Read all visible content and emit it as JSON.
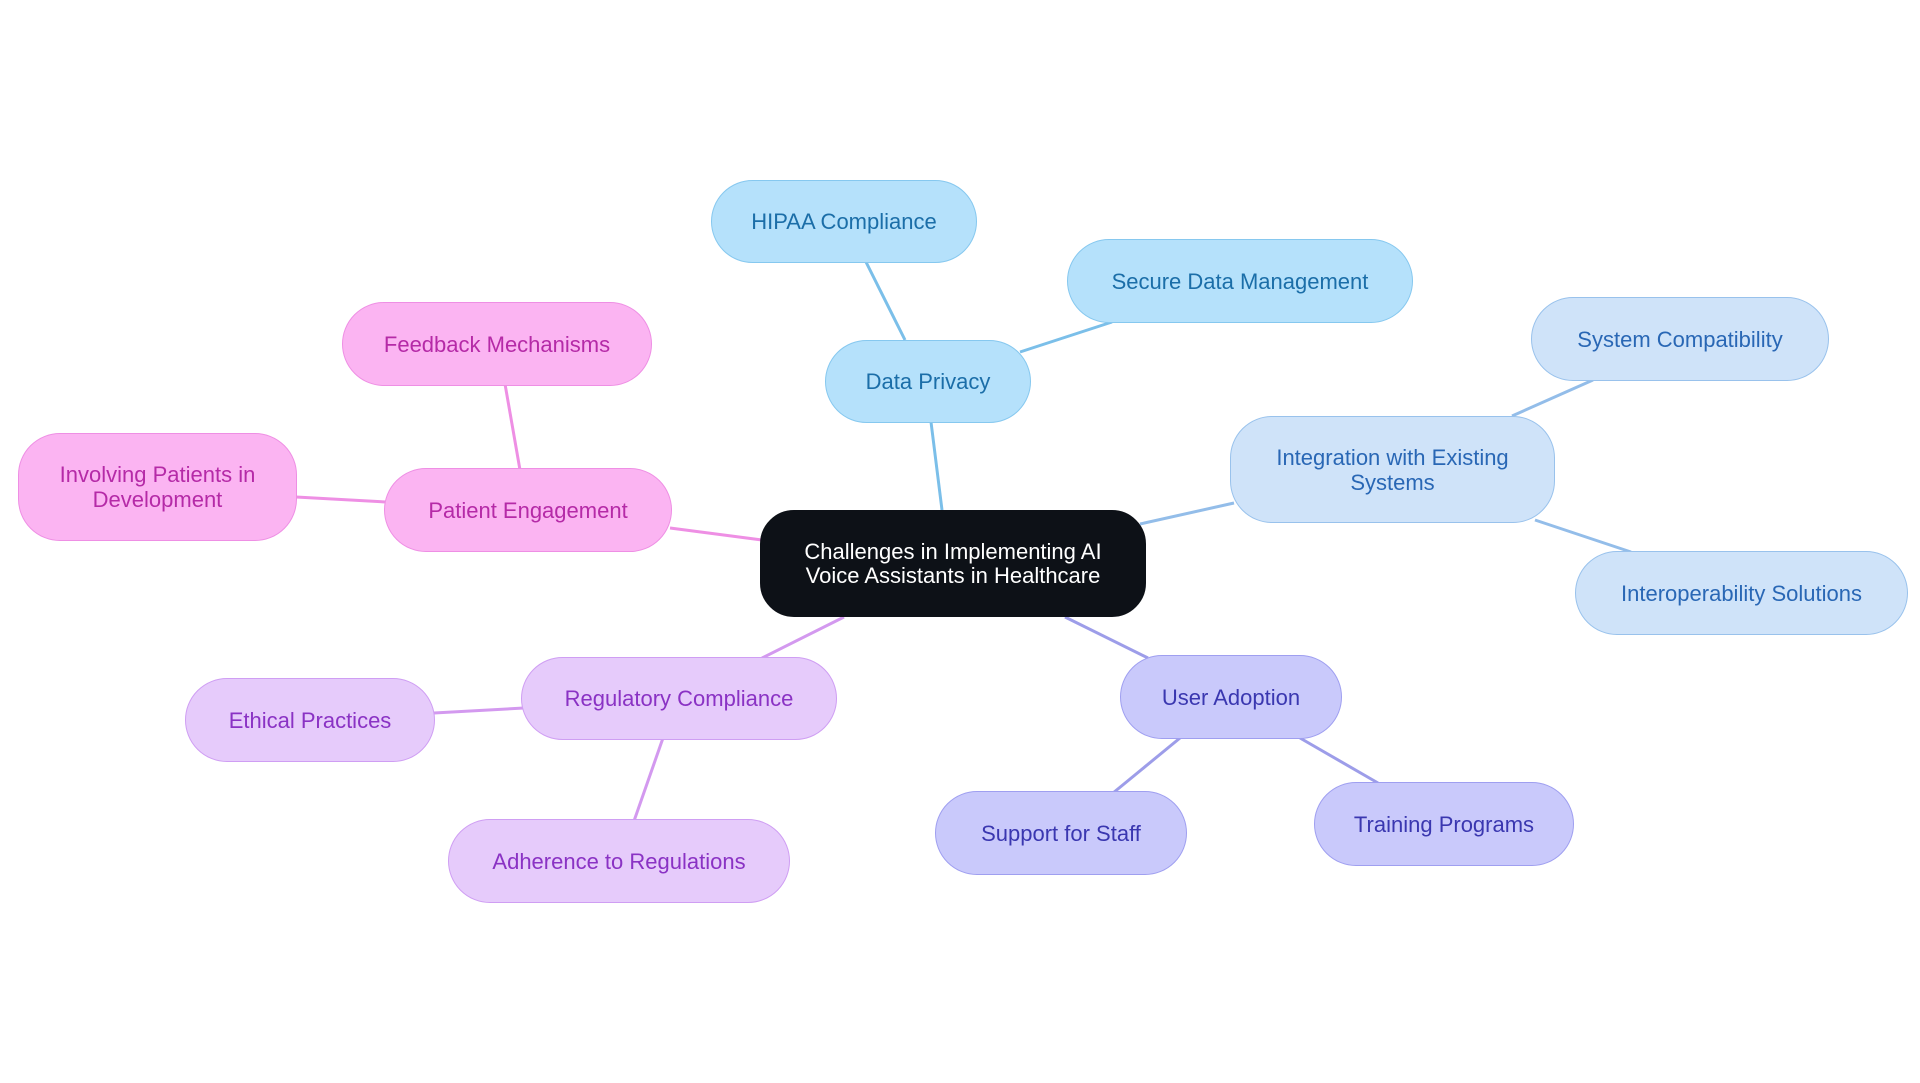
{
  "diagram": {
    "center": "Challenges in Implementing AI Voice Assistants in Healthcare",
    "branches": {
      "data_privacy": {
        "label": "Data Privacy",
        "color": "#7bbfe9",
        "children": [
          "HIPAA Compliance",
          "Secure Data Management"
        ]
      },
      "integration": {
        "label": "Integration with Existing Systems",
        "color": "#93bde9",
        "children": [
          "System Compatibility",
          "Interoperability Solutions"
        ]
      },
      "user_adoption": {
        "label": "User Adoption",
        "color": "#9d9de9",
        "children": [
          "Support for Staff",
          "Training Programs"
        ]
      },
      "regulatory": {
        "label": "Regulatory Compliance",
        "color": "#d399ef",
        "children": [
          "Ethical Practices",
          "Adherence to Regulations"
        ]
      },
      "patient_engagement": {
        "label": "Patient Engagement",
        "color": "#ee8fe4",
        "children": [
          "Feedback Mechanisms",
          "Involving Patients in Development"
        ]
      }
    }
  }
}
